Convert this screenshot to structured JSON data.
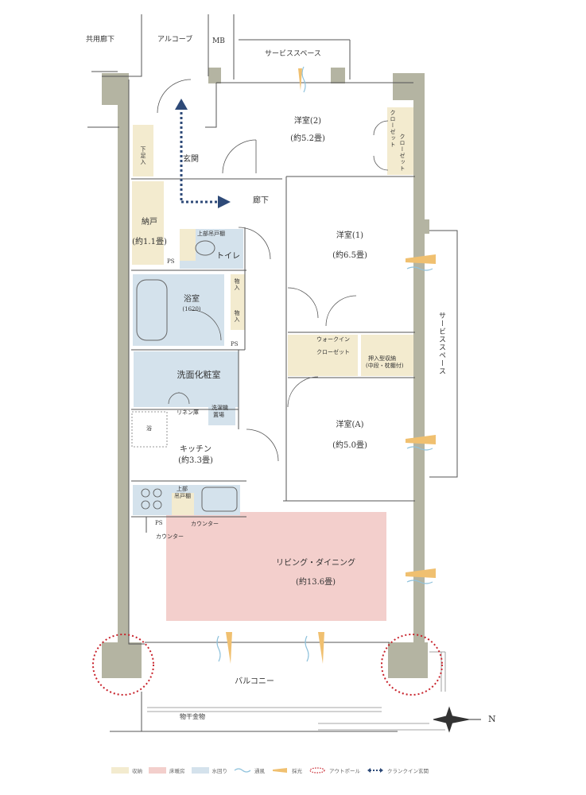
{
  "rooms": {
    "common_corridor": "共用廊下",
    "alcove": "アルコーブ",
    "mb": "MB",
    "service_space_top": "サービススペース",
    "service_space_right": "サービススペース",
    "western2_name": "洋室(2)",
    "western2_size": "(約5.2畳)",
    "closet_a": "クローゼット",
    "closet_b": "クローゼット",
    "entrance": "玄関",
    "shoe_box": "下足入",
    "corridor": "廊下",
    "storage_name": "納戸",
    "storage_size": "(約1.1畳)",
    "upper_cabinet": "上部吊戸棚",
    "toilet": "トイレ",
    "ps1": "PS",
    "ps2": "PS",
    "ps3": "PS",
    "bath_name": "浴室",
    "bath_size": "(1620)",
    "storage_a": "物入",
    "storage_b": "物入",
    "western1_name": "洋室(1)",
    "western1_size": "(約6.5畳)",
    "walkin_top": "ウォークイン",
    "walkin_bottom": "クローゼット",
    "oshiire_top": "押入型収納",
    "oshiire_bottom": "(中段・枕棚付)",
    "washroom": "洗面化粧室",
    "linen": "リネン庫",
    "laundry_top": "洗濯機",
    "laundry_bottom": "置場",
    "mark_en": "浴",
    "westernA_name": "洋室(A)",
    "westernA_size": "(約5.0畳)",
    "kitchen_name": "キッチン",
    "kitchen_size": "(約3.3畳)",
    "upper_cabinet2_top": "上部",
    "upper_cabinet2_bottom": "吊戸棚",
    "counter1": "カウンター",
    "counter2": "カウンター",
    "living_name": "リビング・ダイニング",
    "living_size": "(約13.6畳)",
    "balcony": "バルコニー",
    "laundry_hardware": "物干金物"
  },
  "compass": {
    "label": "N"
  },
  "legend": {
    "storage": "収納",
    "floor_heating": "床暖房",
    "water": "水回り",
    "ventilation": "通風",
    "daylight": "採光",
    "outpole": "アウトポール",
    "walkthrough": "クランクイン玄関"
  },
  "colors": {
    "wall": "#b4b4a2",
    "storage": "#f3ebcf",
    "floor_heating": "#f3cfcc",
    "water": "#d4e2ec",
    "wind": "#8fc2dc",
    "light": "#f0c070",
    "outpole": "#c8232c",
    "arrow": "#2e4a78"
  }
}
